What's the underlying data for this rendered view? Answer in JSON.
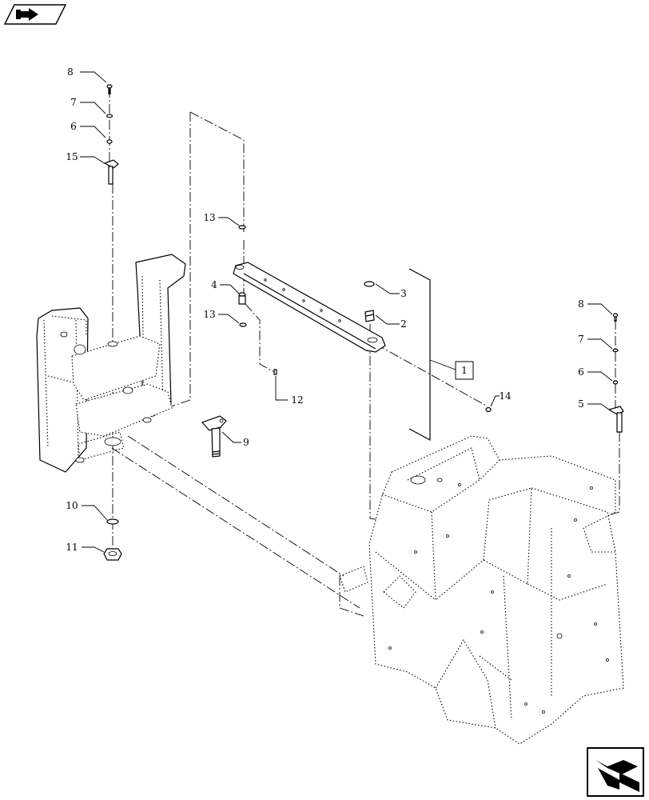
{
  "callouts": [
    {
      "id": "c8a",
      "label": "8"
    },
    {
      "id": "c7a",
      "label": "7"
    },
    {
      "id": "c6a",
      "label": "6"
    },
    {
      "id": "c15",
      "label": "15"
    },
    {
      "id": "c13a",
      "label": "13"
    },
    {
      "id": "c4",
      "label": "4"
    },
    {
      "id": "c13b",
      "label": "13"
    },
    {
      "id": "c3",
      "label": "3"
    },
    {
      "id": "c2",
      "label": "2"
    },
    {
      "id": "c1",
      "label": "1"
    },
    {
      "id": "c12",
      "label": "12"
    },
    {
      "id": "c14",
      "label": "14"
    },
    {
      "id": "c9",
      "label": "9"
    },
    {
      "id": "c10",
      "label": "10"
    },
    {
      "id": "c11",
      "label": "11"
    },
    {
      "id": "c8b",
      "label": "8"
    },
    {
      "id": "c7b",
      "label": "7"
    },
    {
      "id": "c6b",
      "label": "6"
    },
    {
      "id": "c5",
      "label": "5"
    }
  ],
  "nav": {
    "top_icon": "back-arrow-icon",
    "bottom_icon": "forward-arrow-icon"
  }
}
